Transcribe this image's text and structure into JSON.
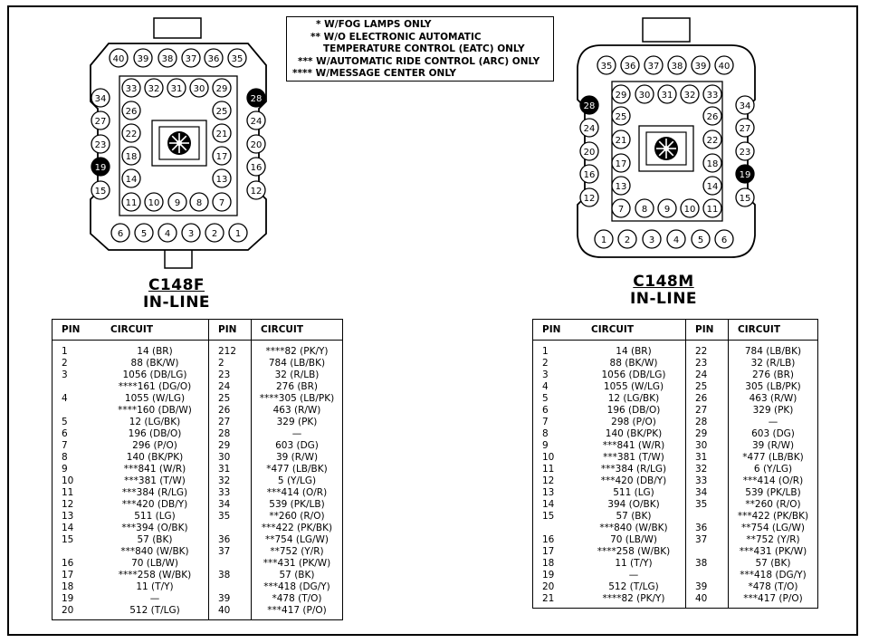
{
  "notes": [
    "* W/FOG LAMPS ONLY",
    "** W/O ELECTRONIC AUTOMATIC",
    "TEMPERATURE CONTROL (EATC) ONLY",
    "*** W/AUTOMATIC RIDE CONTROL (ARC) ONLY",
    "**** W/MESSAGE CENTER ONLY"
  ],
  "female": {
    "id": "C148F",
    "subtitle": "IN-LINE",
    "pins": {
      "top_row": [
        "40",
        "39",
        "38",
        "37",
        "36",
        "35"
      ],
      "inner_top": [
        "33",
        "32",
        "31",
        "30",
        "29"
      ],
      "left_col": [
        "34",
        "27",
        "23",
        "19",
        "15"
      ],
      "right_col": [
        "28",
        "24",
        "20",
        "16",
        "12"
      ],
      "inner_left": [
        "26",
        "22",
        "18",
        "14"
      ],
      "inner_right": [
        "25",
        "21",
        "17",
        "13"
      ],
      "inner_bottom": [
        "11",
        "10",
        "9",
        "8",
        "7"
      ],
      "bottom_row": [
        "6",
        "5",
        "4",
        "3",
        "2",
        "1"
      ]
    },
    "filled_pins": [
      "28",
      "19"
    ]
  },
  "male": {
    "id": "C148M",
    "subtitle": "IN-LINE",
    "pins": {
      "top_row": [
        "35",
        "36",
        "37",
        "38",
        "39",
        "40"
      ],
      "inner_top": [
        "29",
        "30",
        "31",
        "32",
        "33"
      ],
      "left_col": [
        "28",
        "24",
        "20",
        "16",
        "12"
      ],
      "right_col": [
        "34",
        "27",
        "23",
        "19",
        "15"
      ],
      "inner_left": [
        "25",
        "21",
        "17",
        "13"
      ],
      "inner_right": [
        "26",
        "22",
        "18",
        "14"
      ],
      "inner_bottom": [
        "7",
        "8",
        "9",
        "10",
        "11"
      ],
      "bottom_row": [
        "1",
        "2",
        "3",
        "4",
        "5",
        "6"
      ]
    },
    "filled_pins": [
      "28",
      "19"
    ]
  },
  "table_headers": {
    "pin": "PIN",
    "circuit": "CIRCUIT"
  },
  "table_f": [
    [
      "1",
      "14  (BR)",
      "212",
      "****82  (PK/Y)"
    ],
    [
      "2",
      "88  (BK/W)",
      "2",
      "784  (LB/BK)"
    ],
    [
      "3",
      "1056  (DB/LG)",
      "23",
      "32  (R/LB)"
    ],
    [
      "",
      "****161  (DG/O)",
      "24",
      "276  (BR)"
    ],
    [
      "4",
      "1055  (W/LG)",
      "25",
      "****305  (LB/PK)"
    ],
    [
      "",
      "****160  (DB/W)",
      "26",
      "463  (R/W)"
    ],
    [
      "5",
      "12  (LG/BK)",
      "27",
      "329  (PK)"
    ],
    [
      "6",
      "196  (DB/O)",
      "28",
      "—"
    ],
    [
      "7",
      "296  (P/O)",
      "29",
      "603  (DG)"
    ],
    [
      "8",
      "140  (BK/PK)",
      "30",
      "39  (R/W)"
    ],
    [
      "9",
      "***841  (W/R)",
      "31",
      "*477  (LB/BK)"
    ],
    [
      "10",
      "***381  (T/W)",
      "32",
      "5  (Y/LG)"
    ],
    [
      "11",
      "***384  (R/LG)",
      "33",
      "***414  (O/R)"
    ],
    [
      "12",
      "***420  (DB/Y)",
      "34",
      "539  (PK/LB)"
    ],
    [
      "13",
      "511  (LG)",
      "35",
      "**260  (R/O)"
    ],
    [
      "14",
      "***394  (O/BK)",
      "",
      "***422  (PK/BK)"
    ],
    [
      "15",
      "57  (BK)",
      "36",
      "**754  (LG/W)"
    ],
    [
      "",
      "***840  (W/BK)",
      "37",
      "**752  (Y/R)"
    ],
    [
      "16",
      "70  (LB/W)",
      "",
      "***431  (PK/W)"
    ],
    [
      "17",
      "****258  (W/BK)",
      "38",
      "57  (BK)"
    ],
    [
      "18",
      "11  (T/Y)",
      "",
      "***418  (DG/Y)"
    ],
    [
      "19",
      "—",
      "39",
      "*478  (T/O)"
    ],
    [
      "20",
      "512  (T/LG)",
      "40",
      "***417  (P/O)"
    ]
  ],
  "table_m": [
    [
      "1",
      "14  (BR)",
      "22",
      "784  (LB/BK)"
    ],
    [
      "2",
      "88  (BK/W)",
      "23",
      "32  (R/LB)"
    ],
    [
      "3",
      "1056  (DB/LG)",
      "24",
      "276  (BR)"
    ],
    [
      "4",
      "1055  (W/LG)",
      "25",
      "305  (LB/PK)"
    ],
    [
      "5",
      "12  (LG/BK)",
      "26",
      "463  (R/W)"
    ],
    [
      "6",
      "196  (DB/O)",
      "27",
      "329  (PK)"
    ],
    [
      "7",
      "298  (P/O)",
      "28",
      "—"
    ],
    [
      "8",
      "140  (BK/PK)",
      "29",
      "603  (DG)"
    ],
    [
      "9",
      "***841  (W/R)",
      "30",
      "39  (R/W)"
    ],
    [
      "10",
      "***381  (T/W)",
      "31",
      "*477  (LB/BK)"
    ],
    [
      "11",
      "***384  (R/LG)",
      "32",
      "6  (Y/LG)"
    ],
    [
      "12",
      "***420  (DB/Y)",
      "33",
      "***414  (O/R)"
    ],
    [
      "13",
      "511  (LG)",
      "34",
      "539  (PK/LB)"
    ],
    [
      "14",
      "394  (O/BK)",
      "35",
      "**260  (R/O)"
    ],
    [
      "15",
      "57  (BK)",
      "",
      "***422  (PK/BK)"
    ],
    [
      "",
      "***840  (W/BK)",
      "36",
      "**754  (LG/W)"
    ],
    [
      "16",
      "70  (LB/W)",
      "37",
      "**752  (Y/R)"
    ],
    [
      "17",
      "****258  (W/BK)",
      "",
      "***431  (PK/W)"
    ],
    [
      "18",
      "11  (T/Y)",
      "38",
      "57  (BK)"
    ],
    [
      "19",
      "—",
      "",
      "***418  (DG/Y)"
    ],
    [
      "20",
      "512  (T/LG)",
      "39",
      "*478  (T/O)"
    ],
    [
      "21",
      "****82  (PK/Y)",
      "40",
      "***417  (P/O)"
    ]
  ]
}
